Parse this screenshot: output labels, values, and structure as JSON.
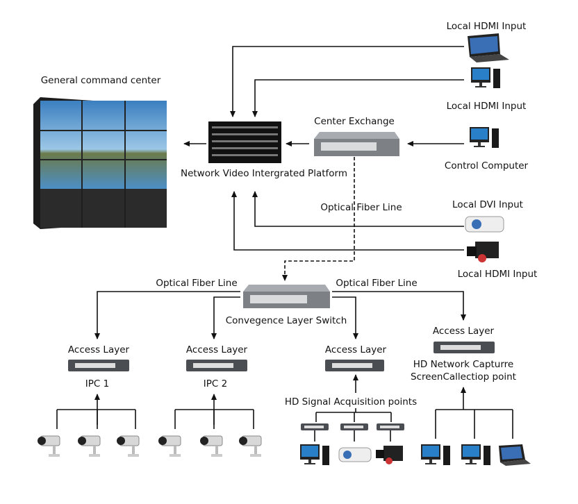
{
  "labels": {
    "command_center": "General command center",
    "platform": "Network Video Intergrated Platform",
    "center_exchange": "Center Exchange",
    "hdmi_laptop": "Local HDMI Input",
    "hdmi_monitor": "Local HDMI Input",
    "control_computer": "Control Computer",
    "dvi_input": "Local DVI Input",
    "hdmi_camera": "Local HDMI Input",
    "optical_fiber_main": "Optical Fiber Line",
    "optical_fiber_left": "Optical Fiber Line",
    "optical_fiber_right": "Optical Fiber Line",
    "convergence_switch": "Convegence Layer Switch",
    "access_1": "Access Layer",
    "access_2": "Access Layer",
    "access_3": "Access Layer",
    "access_4": "Access Layer",
    "ipc1": "IPC 1",
    "ipc2": "IPC 2",
    "hd_signal": "HD Signal Acquisition points",
    "capture_line1": "HD Network Capturre",
    "capture_line2": "ScreenCallectiop point"
  },
  "colors": {
    "line": "#111111",
    "switch": "#5a5e63",
    "screen": "#2a7fc9"
  }
}
